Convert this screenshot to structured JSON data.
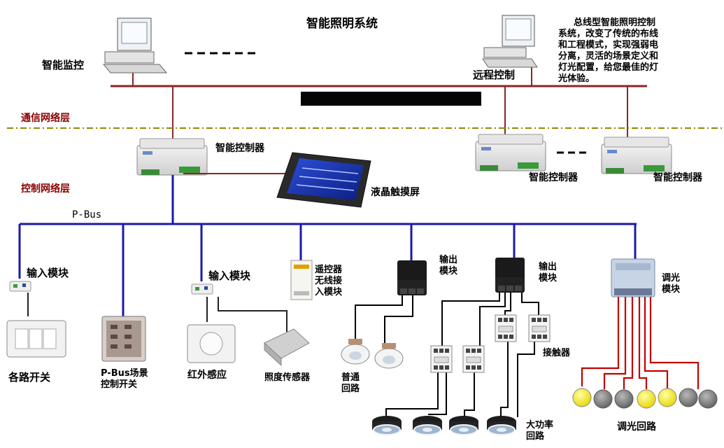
{
  "diagram": {
    "title": "智能照明系统",
    "description": "总线型智能照明控制\n系统，改变了传统的布线\n和工程模式，实现强弱电\n分离，灵活的场景定义和\n灯光配置，给您最佳的灯\n光体验。",
    "layers": {
      "communication": "通信网络层",
      "control": "控制网络层"
    },
    "bus_label": "P-Bus",
    "nodes": {
      "monitor": "智能监控",
      "remote": "远程控制",
      "controller_1": "智能控制器",
      "controller_2": "智能控制器",
      "controller_3": "智能控制器",
      "touchscreen": "液晶触摸屏",
      "input_module_1": "输入模块",
      "input_module_2": "输入模块",
      "remote_module": "遥控器\n无线接\n入模块",
      "output_module_1": "输出\n模块",
      "output_module_2": "输出\n模块",
      "dimmer_module": "调光\n模块",
      "switch": "各路开关",
      "scene_switch": "P-Bus场景\n控制开关",
      "infrared": "红外感应",
      "light_sensor": "照度传感器",
      "normal_circuit": "普通\n回路",
      "contactor": "接触器",
      "power_circuit": "大功率\n回路",
      "dimming_circuit": "调光回路"
    },
    "colors": {
      "bus_line": "#1a1aa8",
      "red_wire": "#c00000",
      "dark_red_line": "#8b2525",
      "layer_divider": "#8b8b00",
      "layer_label": "#8b0000",
      "lamp_on": "#f0e000",
      "lamp_off": "#7f7f7f"
    }
  }
}
